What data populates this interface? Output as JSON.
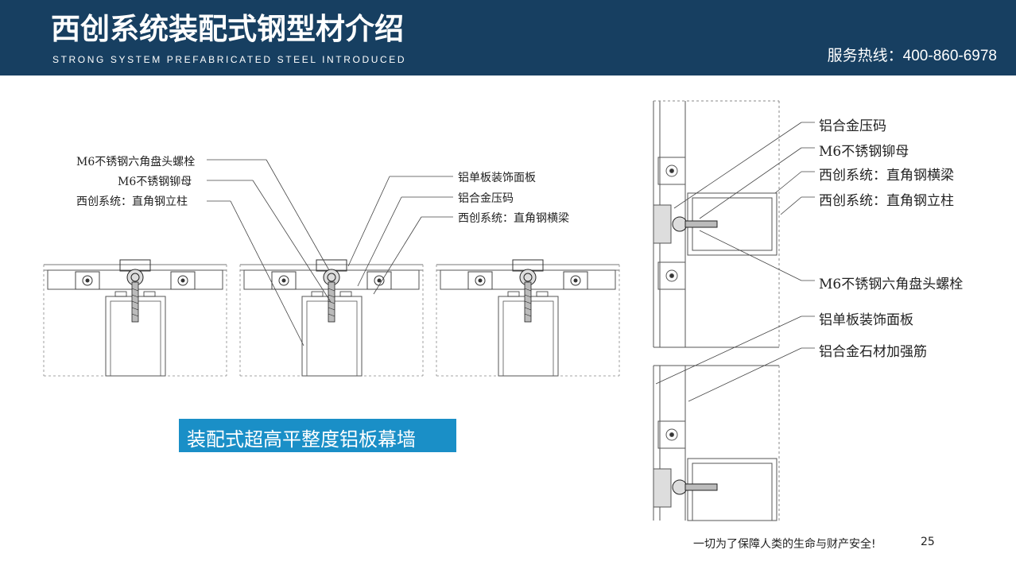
{
  "header": {
    "title": "西创系统装配式钢型材介绍",
    "subtitle": "STRONG SYSTEM PREFABRICATED STEEL INTRODUCED",
    "hotline": "服务热线：400-860-6978",
    "background_color": "#173f61"
  },
  "left_diagram": {
    "labels": {
      "bolt": "M6不锈钢六角盘头螺栓",
      "rivet_nut": "M6不锈钢铆母",
      "column": "西创系统：直角钢立柱",
      "panel": "铝单板装饰面板",
      "clamp": "铝合金压码",
      "beam": "西创系统：直角钢横梁"
    }
  },
  "right_diagram": {
    "labels": {
      "clamp": "铝合金压码",
      "rivet_nut": "M6不锈钢铆母",
      "beam": "西创系统：直角钢横梁",
      "column": "西创系统：直角钢立柱",
      "bolt": "M6不锈钢六角盘头螺栓",
      "panel": "铝单板装饰面板",
      "rib": "铝合金石材加强筋"
    }
  },
  "caption": {
    "text": "装配式超高平整度铝板幕墙",
    "background_color": "#1a8fc7"
  },
  "footer": {
    "slogan": "一切为了保障人类的生命与财产安全!",
    "page_number": "25"
  }
}
